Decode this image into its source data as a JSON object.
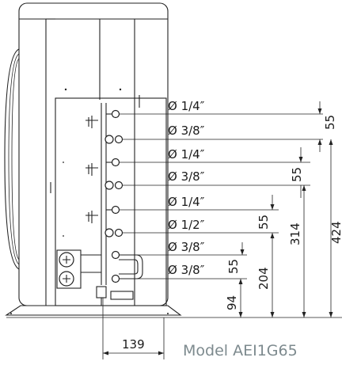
{
  "model": "Model AEI1G65",
  "pipes": [
    {
      "label": "Ø 1/4″"
    },
    {
      "label": "Ø 3/8″"
    },
    {
      "label": "Ø 1/4″"
    },
    {
      "label": "Ø 3/8″"
    },
    {
      "label": "Ø 1/4″"
    },
    {
      "label": "Ø 1/2″"
    },
    {
      "label": "Ø 3/8″"
    },
    {
      "label": "Ø 3/8″"
    }
  ],
  "dimensions": {
    "spacing_1": "55",
    "spacing_2": "55",
    "spacing_3": "55",
    "spacing_4": "55",
    "height_94": "94",
    "height_204": "204",
    "height_314": "314",
    "height_424": "424",
    "width_139": "139"
  }
}
